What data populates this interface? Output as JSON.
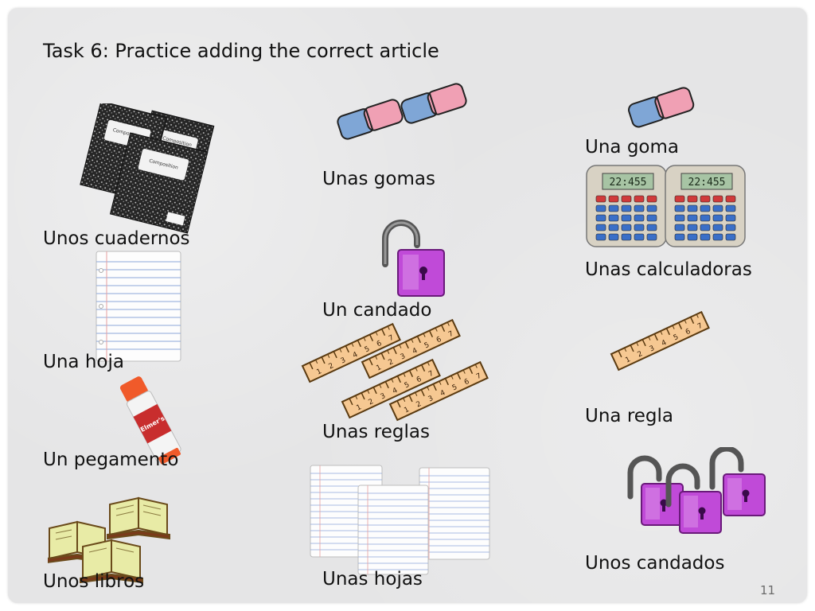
{
  "slide": {
    "title": "Task 6: Practice adding the correct article",
    "page_number": "11"
  },
  "items": [
    {
      "key": "cuadernos",
      "label": "Unos cuadernos",
      "icon": "notebooks-icon"
    },
    {
      "key": "hoja",
      "label": "Una hoja",
      "icon": "sheet-of-paper-icon"
    },
    {
      "key": "pegamento",
      "label": "Un pegamento",
      "icon": "glue-stick-icon"
    },
    {
      "key": "libros",
      "label": "Unos libros",
      "icon": "open-books-icon"
    },
    {
      "key": "gomas",
      "label": "Unas gomas",
      "icon": "erasers-icon"
    },
    {
      "key": "candado",
      "label": "Un candado",
      "icon": "padlock-icon"
    },
    {
      "key": "reglas",
      "label": "Unas reglas",
      "icon": "rulers-icon"
    },
    {
      "key": "hojas",
      "label": "Unas hojas",
      "icon": "sheets-of-paper-icon"
    },
    {
      "key": "goma",
      "label": "Una goma",
      "icon": "eraser-icon"
    },
    {
      "key": "calculadoras",
      "label": "Unas calculadoras",
      "icon": "calculators-icon"
    },
    {
      "key": "regla",
      "label": "Una regla",
      "icon": "ruler-icon"
    },
    {
      "key": "candados",
      "label": "Unos candados",
      "icon": "padlocks-icon"
    }
  ],
  "calculator_display": "22:455",
  "glue_brand": "Elmer's",
  "notebook_cover_text": "Composition",
  "ruler_ticks": [
    "1",
    "2",
    "3",
    "4",
    "5",
    "6",
    "7"
  ],
  "colors": {
    "eraser_pink": "#f0a0b4",
    "eraser_blue": "#7fa6d6",
    "padlock_purple": "#c04ad8",
    "ruler_tan": "#f6c892",
    "glue_orange": "#f05a2a",
    "book_green": "#e8eba6"
  }
}
